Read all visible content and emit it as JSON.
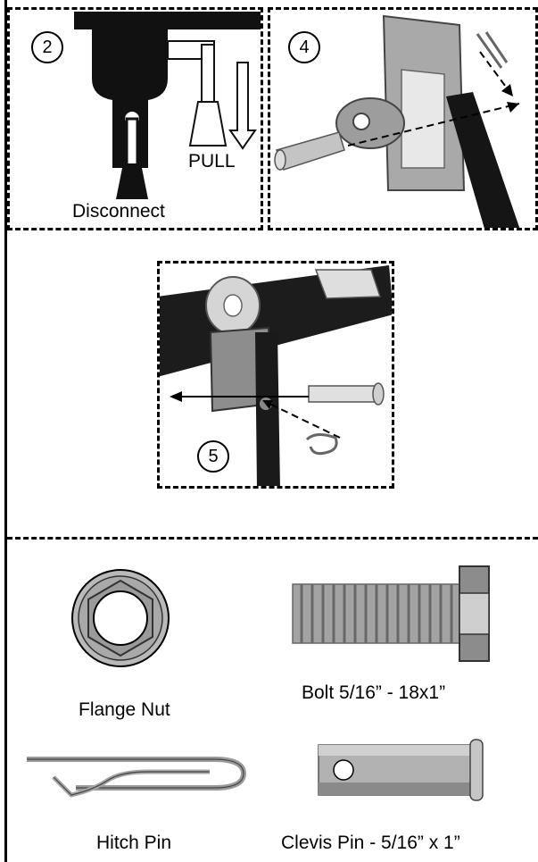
{
  "steps": {
    "step2": {
      "number": "2",
      "labels": {
        "disconnect": "Disconnect",
        "pull": "PULL"
      }
    },
    "step4": {
      "number": "4"
    },
    "step5": {
      "number": "5"
    }
  },
  "parts": {
    "flange_nut": "Flange Nut",
    "bolt": "Bolt 5/16” - 18x1”",
    "hitch_pin": "Hitch Pin",
    "clevis_pin": "Clevis Pin - 5/16” x 1”"
  },
  "colors": {
    "ink": "#000000",
    "metal": "#9a9a9a",
    "dark_metal": "#3a3a3a",
    "light_metal": "#d6d6d6"
  }
}
